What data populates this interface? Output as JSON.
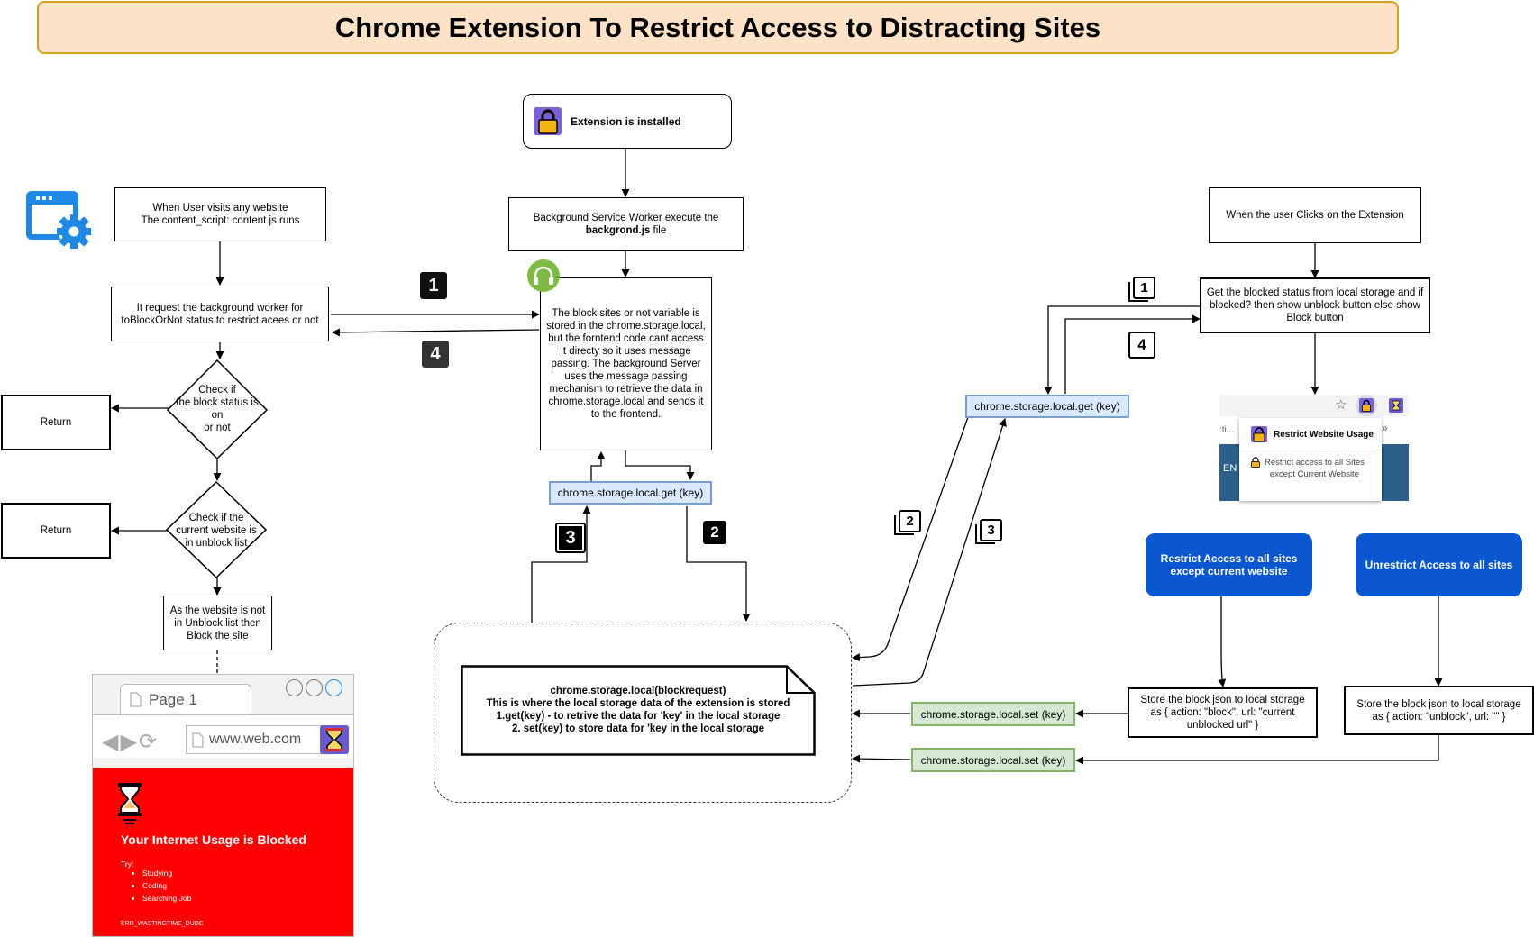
{
  "title": "Chrome Extension To Restrict Access to Distracting Sites",
  "nodes": {
    "extension_installed": "Extension is installed",
    "bg_worker_line1": "Background Service Worker execute the",
    "bg_worker_file": "backgrond.js",
    "bg_worker_suffix": " file",
    "block_variable": "The block sites or not variable is stored in the chrome.storage.local, but the forntend code cant access it directy so it uses message passing. The background Server uses the message passing mechanism to retrieve the data in chrome.storage.local and  sends it to the frontend.",
    "user_visits_line1": "When User visits any website",
    "user_visits_line2": "The content_script: content.js runs",
    "request_bg": "It request the background worker for toBlockOrNot status to restrict acees or not",
    "check_block_status": "Check if the block status is on or not",
    "check_block_line1": "Check if",
    "check_block_line2": "the block status is",
    "check_block_line3": "on",
    "check_block_line4": "or not",
    "return_1": "Return",
    "check_unblock_line1": "Check if the",
    "check_unblock_line2": "current website is",
    "check_unblock_line3": "in unblock list",
    "return_2": "Return",
    "block_site": "As the website is not in Unblock list then Block the site",
    "storage_get_center": "chrome.storage.local.get (key)",
    "storage_get_right": "chrome.storage.local.get (key)",
    "storage_set_1": "chrome.storage.local.set (key)",
    "storage_set_2": "chrome.storage.local.set (key)",
    "note_line1": "chrome.storage.local(blockrequest)",
    "note_line2": "This is where the local storage data of the extension is stored",
    "note_line3": "1.get(key) - to retrive the data for 'key' in the local storage",
    "note_line4": "2. set(key) to store data for 'key in the local storage",
    "user_clicks": "When the user Clicks on the Extension",
    "get_blocked_status": "Get the blocked status from local storage and if blocked? then show unblock button else show Block button",
    "restrict_btn": "Restrict Access to all sites except current website",
    "unrestrict_btn": "Unrestrict Access to all sites",
    "store_block": "Store the block json to local storage as { action: \"block\", url: \"current unblocked url\" }",
    "store_unblock": "Store the block json to local storage as { action: \"unblock\", url: \"\" }"
  },
  "steps": {
    "left_1": "1",
    "left_4": "4",
    "center_3": "3",
    "center_2": "2",
    "right_1": "1",
    "right_4": "4",
    "right_2": "2",
    "right_3": "3"
  },
  "popup": {
    "title": "Restrict Website Usage",
    "item_line1": "Restrict access to all Sites",
    "item_line2": "except Current Website",
    "side_text_1": ":ti...",
    "side_text_2": "EN",
    "chevron": "»"
  },
  "browser": {
    "tab_label": "Page 1",
    "address": "www.web.com",
    "blocked_heading": "Your Internet Usage is Blocked",
    "try_label": "Try:",
    "suggestions": [
      "Studying",
      "Coding",
      "Searching Job"
    ],
    "error_code": "ERR_WASTINGTIME_DUDE"
  },
  "colors": {
    "title_bg": "#fde2c7",
    "title_border": "#d4a21c",
    "storage_get_fill": "#dae8fc",
    "storage_get_border": "#7a9ccf",
    "storage_set_fill": "#d5e8d4",
    "storage_set_border": "#82b366",
    "button_blue": "#0b57d0",
    "blocked_red": "#ff0000",
    "headphone_green": "#7dbb42",
    "settings_blue": "#1e88e5"
  },
  "icons": [
    "lock-extension-icon",
    "settings-window-icon",
    "headphones-icon",
    "hourglass-icon",
    "star-icon"
  ]
}
